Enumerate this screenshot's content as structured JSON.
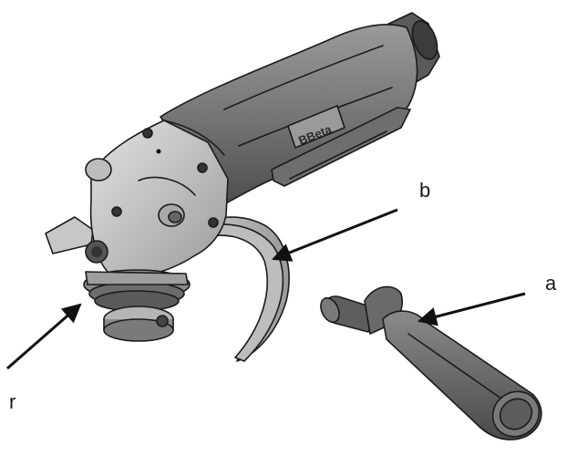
{
  "figure": {
    "brand_text": "BBeta",
    "callouts": [
      {
        "id": "b",
        "label": "b",
        "part": "wheel-guard"
      },
      {
        "id": "a",
        "label": "a",
        "part": "side-handle"
      },
      {
        "id": "r",
        "label": "r",
        "part": "spindle-lock"
      }
    ]
  },
  "colors": {
    "body": "#7c7c7c",
    "body_dark": "#5e5e5e",
    "head": "#c8c8c8",
    "guard": "#b5b5b5",
    "handle": "#6a6a6a",
    "outline": "#1b1b1b"
  }
}
